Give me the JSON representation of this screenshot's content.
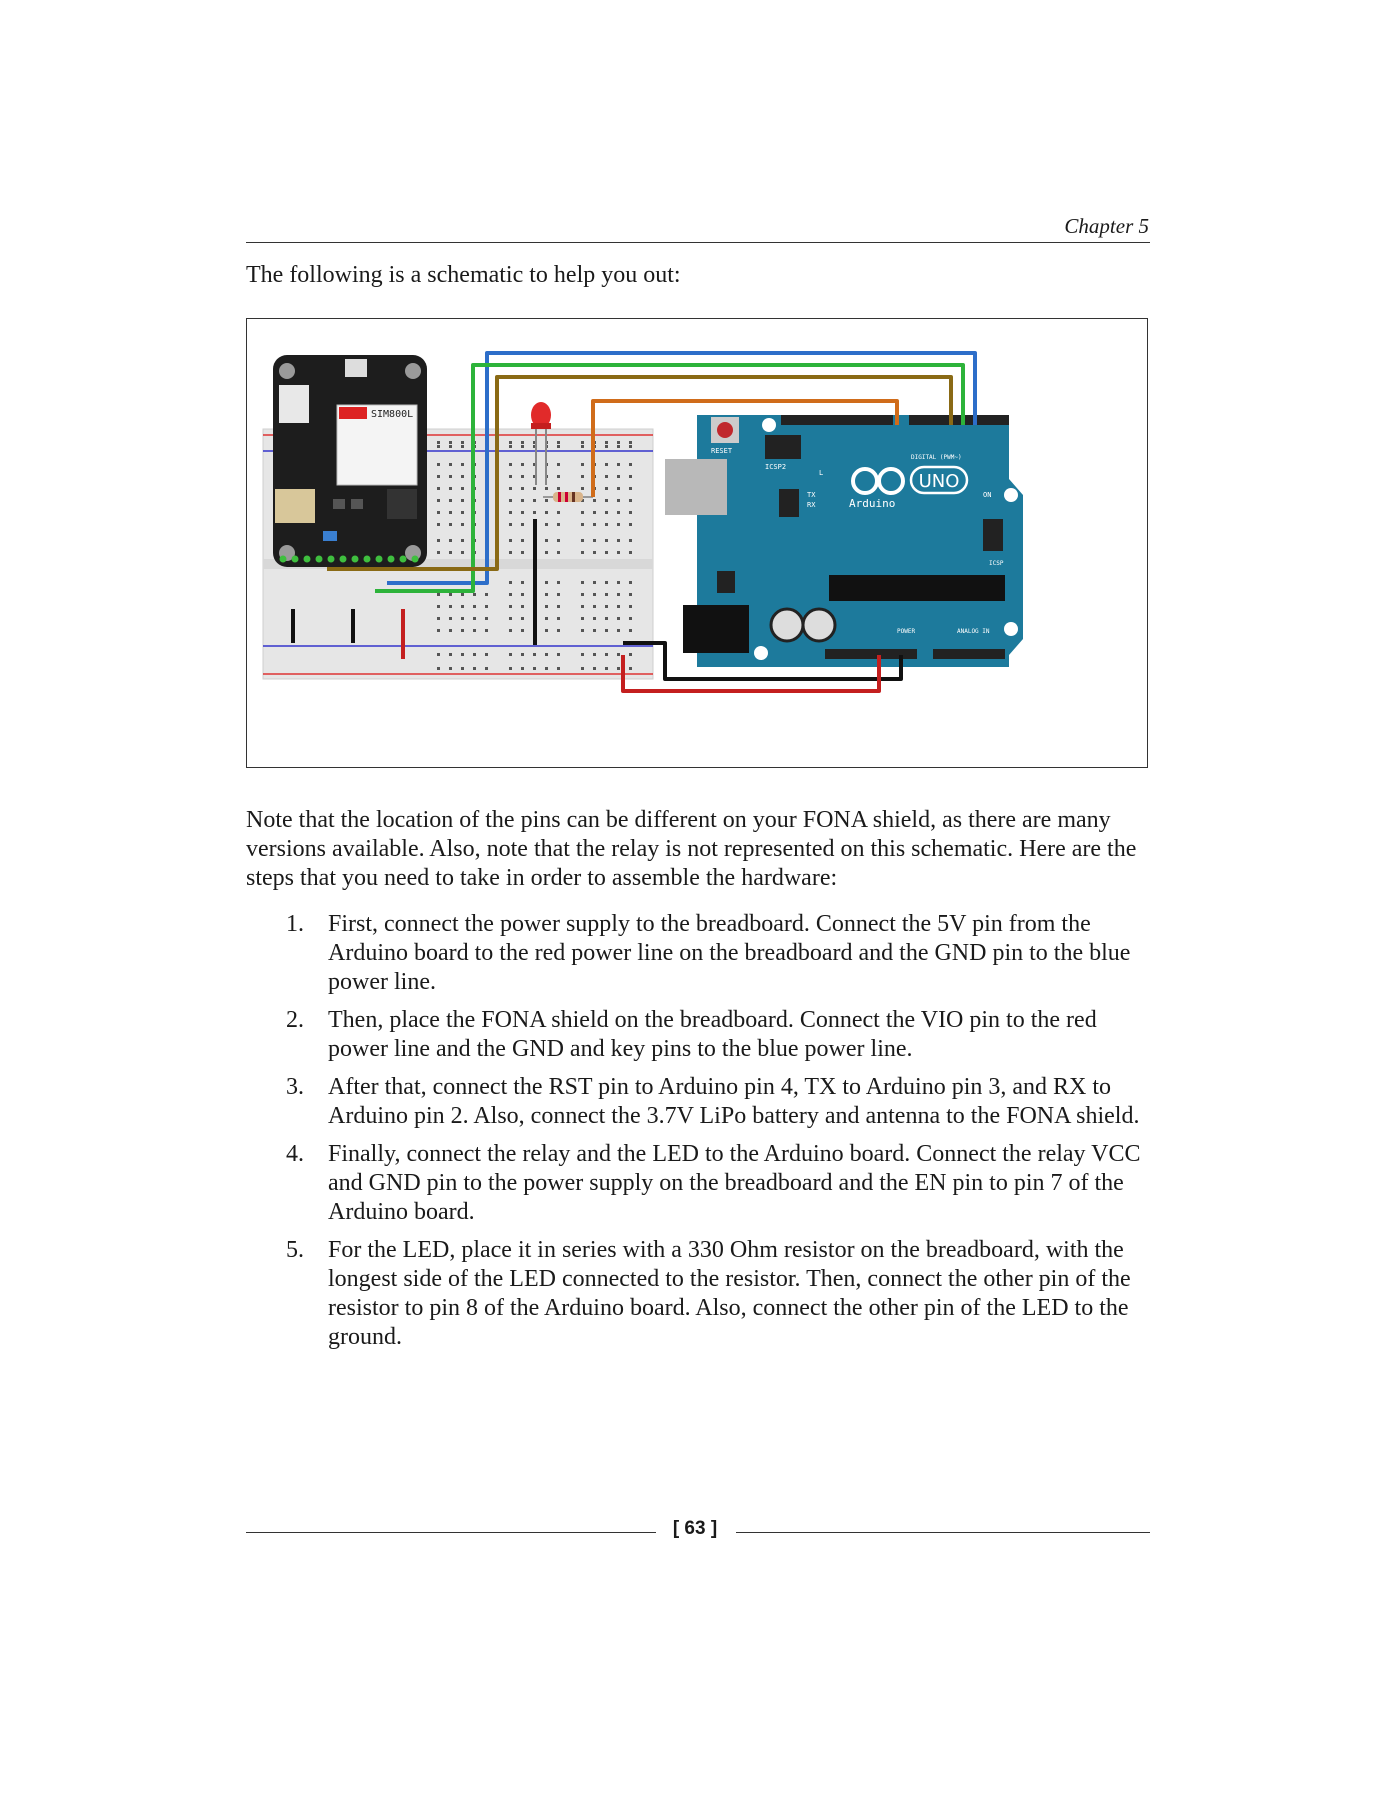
{
  "header": {
    "chapter": "Chapter 5"
  },
  "intro": "The following is a schematic to help you out:",
  "figure": {
    "module_label": "SIM800L",
    "board_logo": "UNO",
    "board_name": "Arduino",
    "reset_label": "RESET",
    "icsp2_label": "ICSP2",
    "icsp_label": "ICSP",
    "digital_label": "DIGITAL (PWM~)",
    "power_label": "POWER",
    "analog_label": "ANALOG IN",
    "tx_label": "TX",
    "rx_label": "RX",
    "l_label": "L",
    "on_label": "ON"
  },
  "note": "Note that the location of the pins can be different on your FONA shield, as there are many versions available. Also, note that the relay is not represented on this schematic. Here are the steps that you need to take in order to assemble the hardware:",
  "steps": [
    {
      "num": "1.",
      "text": "First, connect the power supply to the breadboard. Connect the 5V pin from the Arduino board to the red power line on the breadboard and the GND pin to the blue power line."
    },
    {
      "num": "2.",
      "text": "Then, place the FONA shield on the breadboard. Connect the VIO pin to the red power line and the GND and key pins to the blue power line."
    },
    {
      "num": "3.",
      "text": "After that, connect the RST pin to Arduino pin 4, TX to Arduino pin 3, and RX to Arduino pin 2. Also, connect the 3.7V LiPo battery and antenna to the FONA shield."
    },
    {
      "num": "4.",
      "text": "Finally, connect the relay and the LED to the Arduino board. Connect the relay VCC and GND pin to the power supply on the breadboard and the EN pin to pin 7 of the Arduino board."
    },
    {
      "num": "5.",
      "text": "For the LED, place it in series with a 330 Ohm resistor on the breadboard, with the longest side of the LED connected to the resistor. Then, connect the other pin of the resistor to pin 8 of the Arduino board. Also, connect the other pin of the LED to the ground."
    }
  ],
  "footer": {
    "page": "[ 63 ]"
  }
}
